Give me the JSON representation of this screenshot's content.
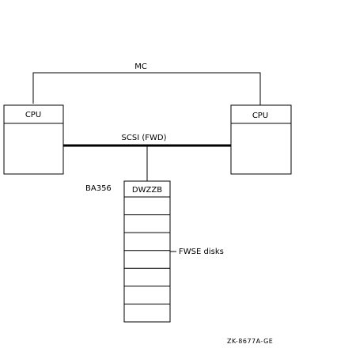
{
  "diagram": {
    "interconnect_label": "MC",
    "bus_label": "SCSI (FWD)",
    "cpu_left_label": "CPU",
    "cpu_right_label": "CPU",
    "enclosure_label": "BA356",
    "controller_label": "DWZZB",
    "disks_label": "FWSE disks",
    "figure_id": "ZK-8677A-GE",
    "disk_count": 7
  }
}
